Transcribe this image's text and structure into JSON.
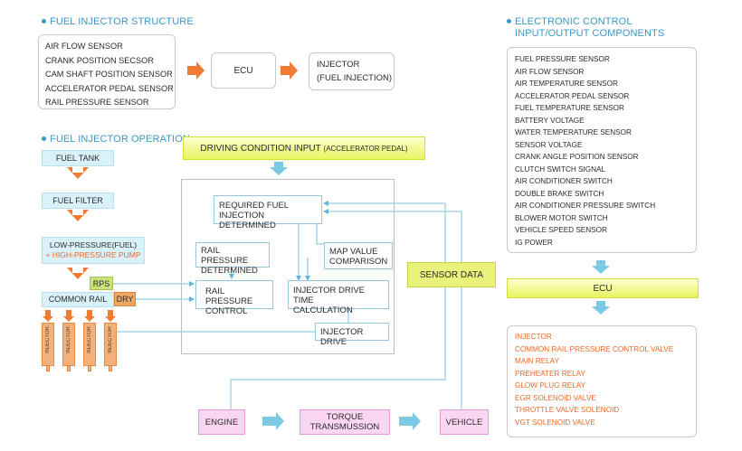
{
  "structure": {
    "title": "FUEL INJECTOR STRUCTURE",
    "sensors": [
      "AIR FLOW SENSOR",
      "CRANK POSITION SECSOR",
      "CAM SHAFT POSITION SENSOR",
      "ACCELERATOR PEDAL SENSOR",
      "RAIL PRESSURE SENSOR"
    ],
    "ecu": "ECU",
    "injector_line1": "INJECTOR",
    "injector_line2": "(FUEL INJECTION)"
  },
  "operation": {
    "title": "FUEL INJECTOR OPERATION",
    "fuel_tank": "FUEL TANK",
    "fuel_filter": "FUEL FILTER",
    "pump_line1": "LOW-PRESSURE(FUEL)",
    "pump_line2": "+ HIGH-PRESSURE PUMP",
    "rps": "RPS",
    "common_rail": "COMMON RAIL",
    "dry": "DRY",
    "injector_label": "INJECTOR",
    "driving_input": "DRIVING CONDITION INPUT",
    "driving_input_small": "(ACCELERATOR PEDAL)",
    "required_fuel_1": "REQUIRED FUEL",
    "required_fuel_2": "INJECTION DETERMINED",
    "rail_det_1": "RAIL PRESSURE",
    "rail_det_2": "DETERMINED",
    "map_1": "MAP VALUE",
    "map_2": "COMPARISON",
    "rail_ctrl_1": "RAIL PRESSURE",
    "rail_ctrl_2": "CONTROL",
    "drive_time_1": "INJECTOR DRIVE TIME",
    "drive_time_2": "CALCULATION",
    "injector_drive": "INJECTOR DRIVE",
    "sensor_data": "SENSOR DATA",
    "engine": "ENGINE",
    "torque_1": "TORQUE",
    "torque_2": "TRANSMUSSION",
    "vehicle": "VEHICLE"
  },
  "electronic": {
    "title_line1": "ELECTRONIC CONTROL",
    "title_line2": "INPUT/OUTPUT COMPONENTS",
    "inputs": [
      "FUEL PRESSURE SENSOR",
      "AIR FLOW SENSOR",
      "AIR TEMPERATURE SENSOR",
      "ACCELERATOR PEDAL SENSOR",
      "FUEL TEMPERATURE SENSOR",
      "BATTERY VOLTAGE",
      "WATER TEMPERATURE SENSOR",
      "SENSOR VOLTAGE",
      "CRANK ANGLE POSITION SENSOR",
      "CLUTCH SWITCH SIGNAL",
      "AIR CONDITIONER SWITCH",
      "DOUBLE BRAKE SWITCH",
      "AIR CONDITIONER PRESSURE SWITCH",
      "BLOWER MOTOR SWITCH",
      "VEHICLE SPEED SENSOR",
      "IG POWER"
    ],
    "ecu": "ECU",
    "outputs": [
      "INJECTOR",
      "COMMON RAIL PRESSURE CONTROL VALVE",
      "MAIN RELAY",
      "PREHEATER RELAY",
      "GLOW PLUG RELAY",
      "EGR SOLENOID VALVE",
      "THROTTLE VALVE SOLENOID",
      "VGT SOLENOID VALVE"
    ]
  },
  "colors": {
    "accent_blue": "#3a98c6",
    "flow_orange": "#f07c33",
    "flow_cyan": "#7cc9e6",
    "output_text": "#e86a2a"
  }
}
